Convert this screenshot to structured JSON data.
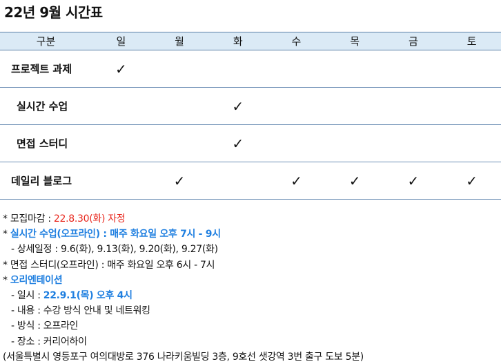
{
  "title": "22년 9월 시간표",
  "table": {
    "headers": [
      "구분",
      "일",
      "월",
      "화",
      "수",
      "목",
      "금",
      "토"
    ],
    "rows": [
      {
        "name": "프로젝트 과제",
        "indent": false,
        "checks": [
          "✓",
          "",
          "",
          "",
          "",
          "",
          ""
        ]
      },
      {
        "name": "실시간 수업",
        "indent": true,
        "checks": [
          "",
          "",
          "✓",
          "",
          "",
          "",
          ""
        ]
      },
      {
        "name": "면접 스터디",
        "indent": true,
        "checks": [
          "",
          "",
          "✓",
          "",
          "",
          "",
          ""
        ]
      },
      {
        "name": "데일리 블로그",
        "indent": false,
        "checks": [
          "",
          "✓",
          "",
          "✓",
          "✓",
          "✓",
          "✓"
        ]
      }
    ]
  },
  "notes": {
    "deadline_label": "* 모집마감 : ",
    "deadline_value": "22.8.30(화) 자정",
    "live_star": "* ",
    "live_text": "실시간 수업(오프라인) : 매주 화요일 오후 7시 - 9시",
    "live_detail": "- 상세일정 : 9.6(화), 9.13(화), 9.20(화), 9.27(화)",
    "interview": "* 면접 스터디(오프라인) : 매주 화요일 오후 6시 - 7시",
    "ot_star": "* ",
    "ot_title": "오리엔테이션",
    "ot_date_label": "- 일시 : ",
    "ot_date_value": "22.9.1(목) 오후 4시",
    "ot_content": "- 내용 : 수강 방식 안내 및 네트워킹",
    "ot_method": "- 방식 : 오프라인",
    "ot_place": "- 장소 : 커리어하이",
    "ot_address": "(서울특별시 영등포구 여의대방로 376 나라키움빌딩 3층, 9호선 샛강역 3번 출구 도보 5분)"
  },
  "colors": {
    "header_bg": "#dbeaf6",
    "highlight_red": "#e8261c",
    "highlight_blue": "#1f7fe0"
  }
}
